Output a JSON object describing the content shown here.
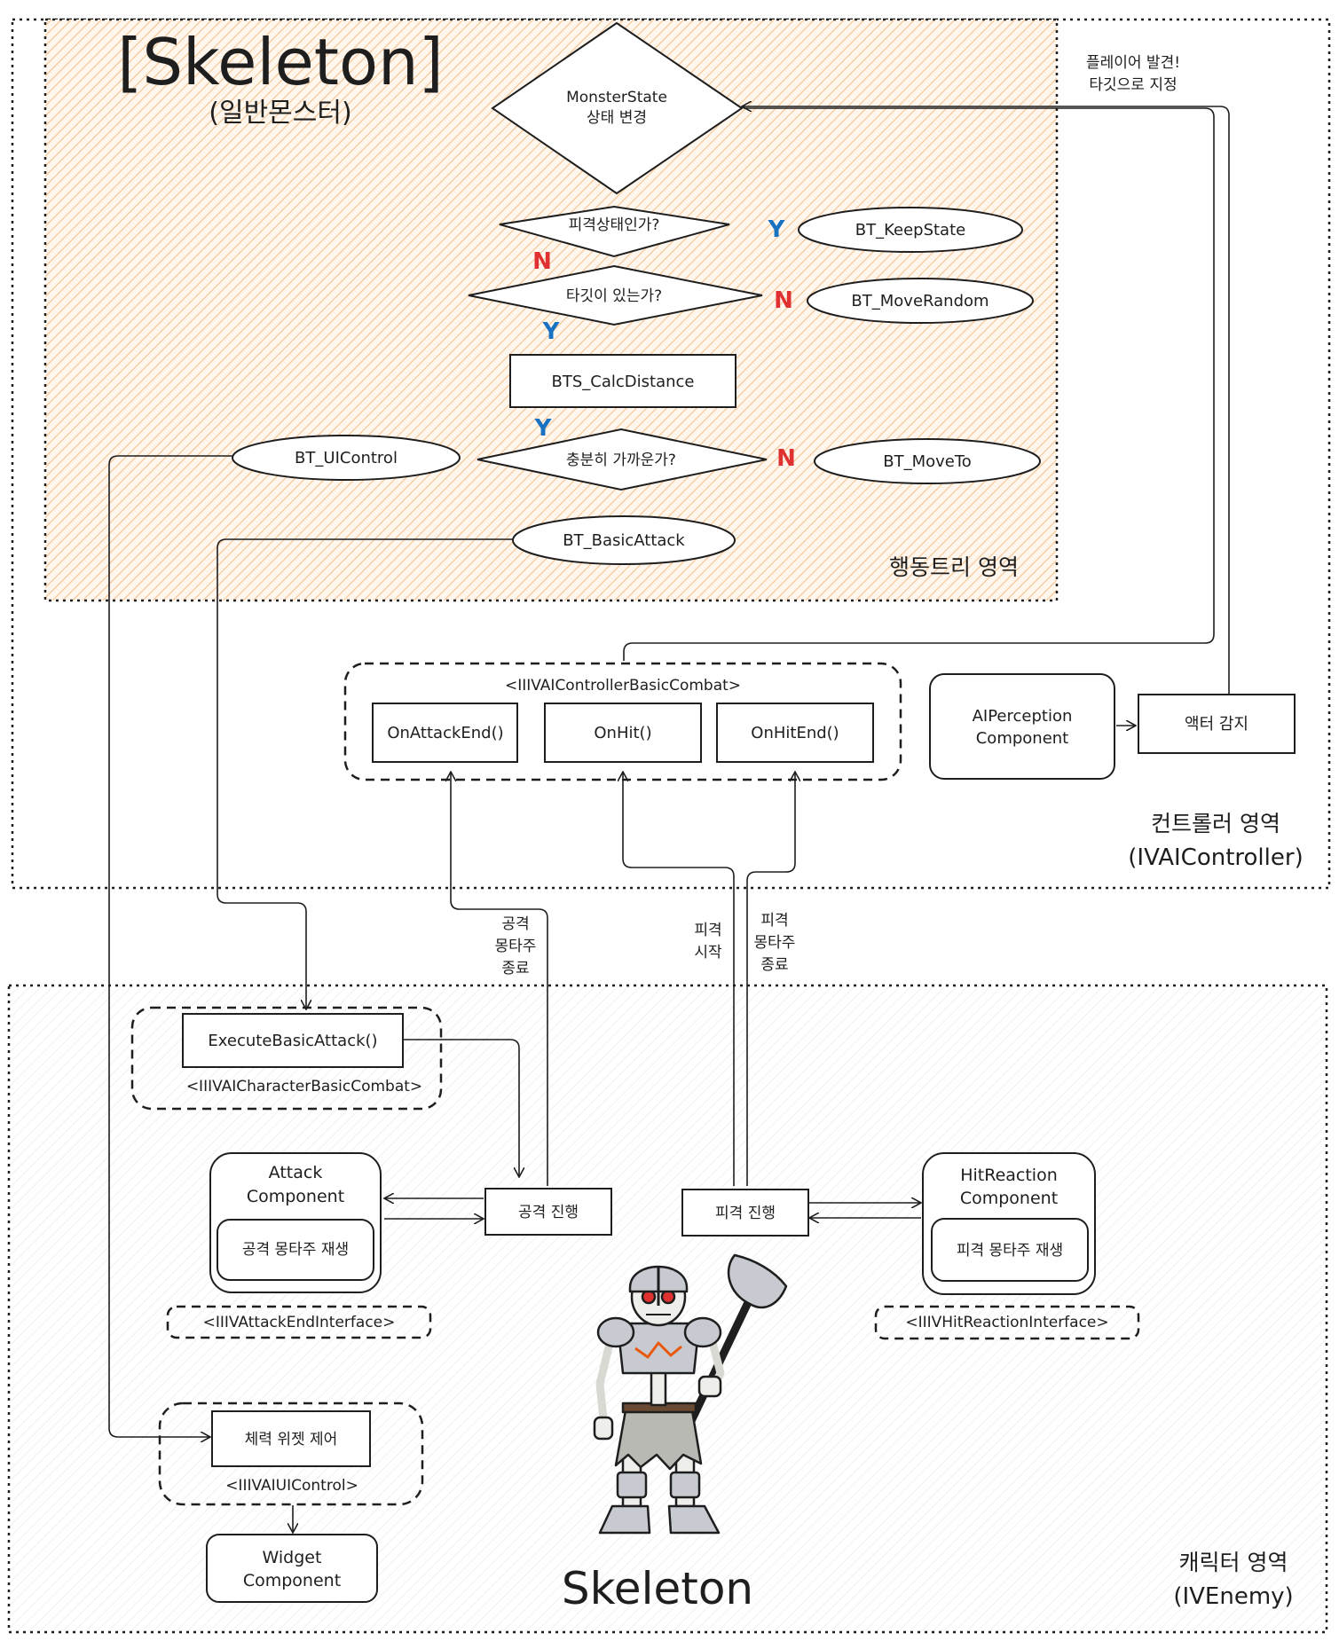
{
  "title": "[Skeleton]",
  "subtitle": "(일반몬스터)",
  "regions": {
    "behavior_tree": "행동트리 영역",
    "controller_line1": "컨트롤러 영역",
    "controller_line2": "(IVAIController)",
    "character_line1": "캐릭터 영역",
    "character_line2": "(IVEnemy)"
  },
  "behavior_tree": {
    "monster_state_line1": "MonsterState",
    "monster_state_line2": "상태 변경",
    "is_hit_question": "피격상태인가?",
    "has_target_question": "타깃이 있는가?",
    "close_enough_question": "충분히 가까운가?",
    "calc_distance": "BTS_CalcDistance",
    "keep_state": "BT_KeepState",
    "move_random": "BT_MoveRandom",
    "move_to": "BT_MoveTo",
    "ui_control": "BT_UIControl",
    "basic_attack": "BT_BasicAttack",
    "yes": "Y",
    "no": "N"
  },
  "controller": {
    "interface": "<IIIVAIControllerBasicCombat>",
    "on_attack_end": "OnAttackEnd()",
    "on_hit": "OnHit()",
    "on_hit_end": "OnHitEnd()",
    "perception_line1": "AIPerception",
    "perception_line2": "Component",
    "actor_detect": "액터 감지",
    "player_found_line1": "플레이어 발견!",
    "player_found_line2": "타깃으로 지정"
  },
  "edge_labels": {
    "attack_montage_end": [
      "공격",
      "몽타주",
      "종료"
    ],
    "hit_start": [
      "피격",
      "시작"
    ],
    "hit_montage_end": [
      "피격",
      "몽타주",
      "종료"
    ]
  },
  "character": {
    "execute_basic_attack": "ExecuteBasicAttack()",
    "character_interface": "<IIIVAICharacterBasicCombat>",
    "attack_component_line1": "Attack",
    "attack_component_line2": "Component",
    "attack_montage_play": "공격 몽타주 재생",
    "attack_end_interface": "<IIIVAttackEndInterface>",
    "attack_progress": "공격 진행",
    "hit_progress": "피격 진행",
    "hit_reaction_line1": "HitReaction",
    "hit_reaction_line2": "Component",
    "hit_montage_play": "피격 몽타주 재생",
    "hit_reaction_interface": "<IIIVHitReactionInterface>",
    "health_widget_control": "체력 위젯 제어",
    "ui_interface": "<IIIVAIUIControl>",
    "widget_line1": "Widget",
    "widget_line2": "Component",
    "skeleton_name": "Skeleton"
  },
  "colors": {
    "stroke": "#1e1e1e",
    "bt_fill": "#ffd9b0",
    "yes": "#1971c2",
    "no": "#e03131",
    "eye": "#e03131",
    "armor": "#c7cbd1",
    "bone": "#eeeeea"
  }
}
